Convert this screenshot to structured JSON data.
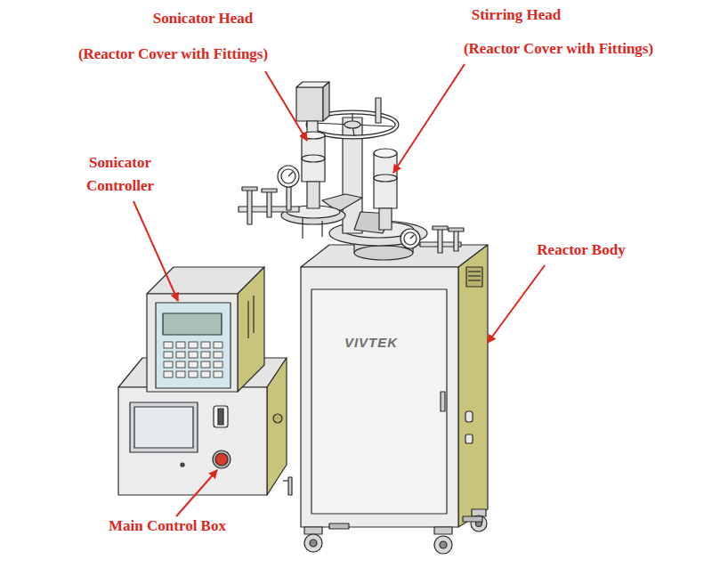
{
  "diagram": {
    "labels": [
      "Sonicator Head",
      "(Reactor Cover with Fittings)",
      "Stirring Head",
      "(Reactor Cover with Fittings)",
      "Sonicator Controller",
      "Reactor Body",
      "VIVTEK",
      "Main Control Box"
    ]
  }
}
